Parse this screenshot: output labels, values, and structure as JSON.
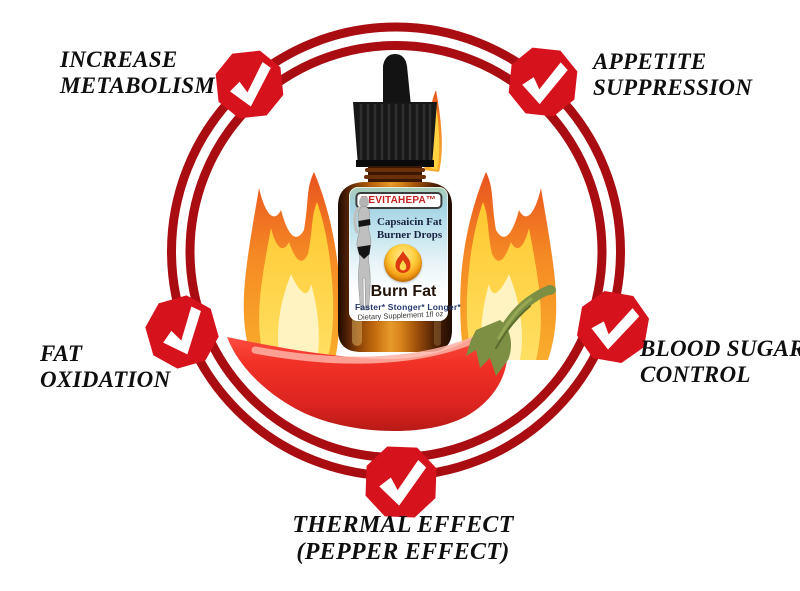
{
  "benefits": [
    {
      "name": "increase-metabolism",
      "lines": [
        "INCREASE",
        "METABOLISM"
      ]
    },
    {
      "name": "appetite-suppression",
      "lines": [
        "APPETITE",
        "SUPPRESSION"
      ]
    },
    {
      "name": "fat-oxidation",
      "lines": [
        "FAT",
        "OXIDATION"
      ]
    },
    {
      "name": "blood-sugar-control",
      "lines": [
        "BLOOD SUGAR",
        "CONTROL"
      ]
    },
    {
      "name": "thermal-effect",
      "lines": [
        "THERMAL EFFECT",
        "(PEPPER EFFECT)"
      ]
    }
  ],
  "product_label": {
    "brand": "REVITAHEPA™",
    "name_line1": "Capsaicin Fat",
    "name_line2": "Burner  Drops",
    "claim": "Burn Fat",
    "subclaim": "Faster* Stonger* Longer*",
    "supplement_info": "Dietary Supplement 1fl oz"
  },
  "icons": [
    "check-badge-icon",
    "ring-icon",
    "flame-icon",
    "chili-pepper-icon",
    "dropper-bottle-icon",
    "woman-silhouette-icon",
    "flame-medal-icon"
  ],
  "colors": {
    "ring_red": "#a90d11",
    "badge_red": "#d6121d",
    "check_white": "#ffffff",
    "text_black": "#0f0f0f",
    "flame_yellow": "#ffd23f",
    "flame_orange": "#f5821f",
    "pepper_red": "#ee2c24",
    "stem_green": "#7c8f43",
    "label_blue": "#a4d3e2",
    "brand_red": "#c42220",
    "name_navy": "#1a2240",
    "amber_glass": "#c46a0e"
  }
}
